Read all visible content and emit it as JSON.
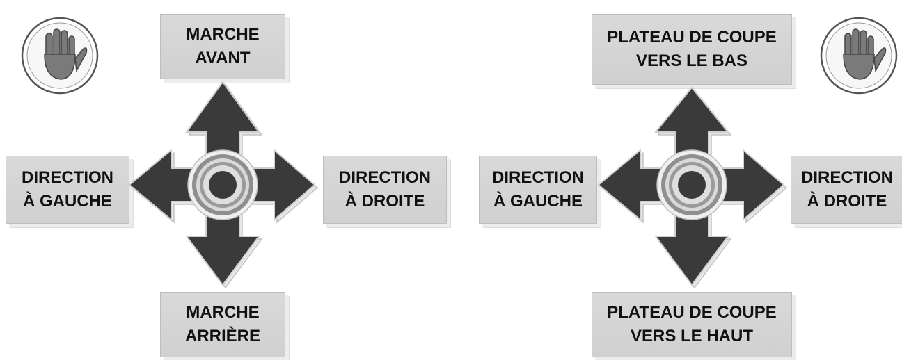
{
  "left_panel": {
    "up_label": [
      "MARCHE",
      "AVANT"
    ],
    "down_label": [
      "MARCHE",
      "ARRIÈRE"
    ],
    "left_label": [
      "DIRECTION",
      "À GAUCHE"
    ],
    "right_label": [
      "DIRECTION",
      "À DROITE"
    ],
    "stop_icon": "hand-stop-icon"
  },
  "right_panel": {
    "up_label": [
      "PLATEAU DE COUPE",
      "VERS LE BAS"
    ],
    "down_label": [
      "PLATEAU DE COUPE",
      "VERS LE HAUT"
    ],
    "left_label": [
      "DIRECTION",
      "À GAUCHE"
    ],
    "right_label": [
      "DIRECTION",
      "À DROITE"
    ],
    "stop_icon": "hand-stop-icon"
  },
  "colors": {
    "label_bg": "#d4d4d4",
    "arrow_fill": "#3a3a3a",
    "arrow_outline": "#e6e6e6",
    "hand_fill": "#7a7a7a"
  }
}
